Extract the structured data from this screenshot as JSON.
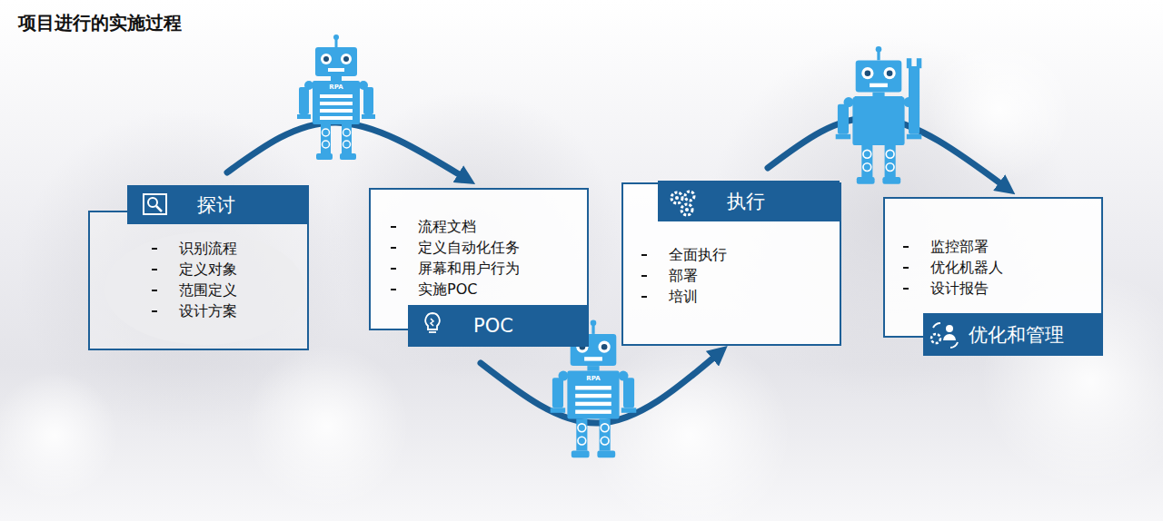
{
  "diagram": {
    "title": "项目进行的实施过程",
    "nodes": [
      {
        "text": [
          "探讨",
          "识别流程",
          "定义对象",
          "范围定义",
          "设计方案"
        ]
      },
      {
        "text": [
          "POC",
          "流程文档",
          "定义自动化任务",
          "屏幕和用户行为",
          "实施POC"
        ]
      },
      {
        "text": [
          "执行",
          "全面执行",
          "部署",
          "培训"
        ]
      },
      {
        "text": [
          "优化和管理",
          "监控部署",
          "优化机器人",
          "设计报告"
        ]
      }
    ],
    "edges": [
      {
        "from": 0,
        "to": 1,
        "arrow": "to"
      },
      {
        "from": 1,
        "to": 2,
        "arrow": "to"
      },
      {
        "from": 2,
        "to": 3,
        "arrow": "to"
      }
    ],
    "labels": [
      "RPA",
      "RPA"
    ]
  }
}
